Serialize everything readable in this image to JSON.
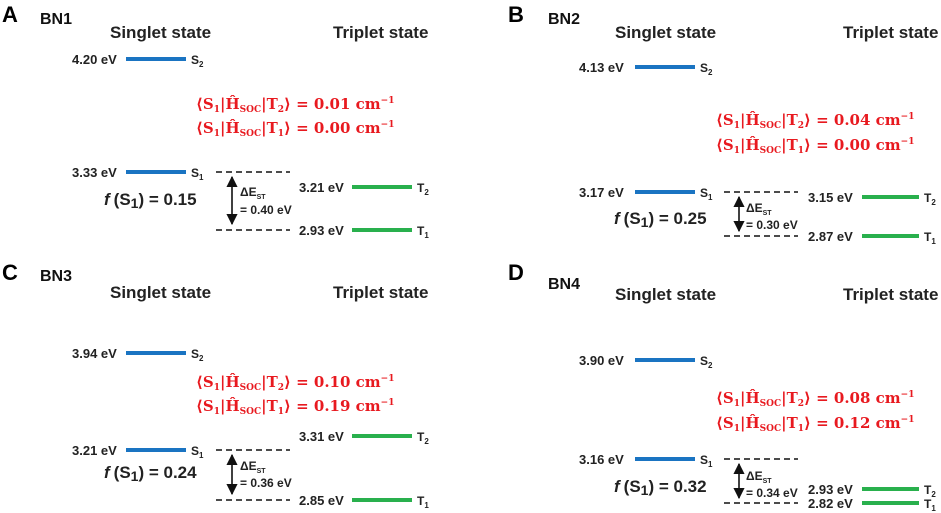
{
  "colors": {
    "singlet": "#1a74c2",
    "triplet": "#29b04d",
    "soc": "#e8191f",
    "text": "#222222"
  },
  "panels": [
    {
      "letter": "A",
      "name": "BN1",
      "singlet_header": "Singlet state",
      "triplet_header": "Triplet state",
      "S2": {
        "energy": "4.20 eV",
        "label": "S",
        "sub": "2"
      },
      "S1": {
        "energy": "3.33 eV",
        "label": "S",
        "sub": "1"
      },
      "T2": {
        "energy": "3.21 eV",
        "label": "T",
        "sub": "2"
      },
      "T1": {
        "energy": "2.93 eV",
        "label": "T",
        "sub": "1"
      },
      "soc_lines": [
        {
          "pre": "⟨S",
          "s": "1",
          "mid1": "|",
          "hat": "Ĥ",
          "hsub": "SOC",
          "mid2": "|T",
          "t": "2",
          "post": "⟩ = 0.01 cm",
          "exp": "−1"
        },
        {
          "pre": "⟨S",
          "s": "1",
          "mid1": "|",
          "hat": "Ĥ",
          "hsub": "SOC",
          "mid2": "|T",
          "t": "1",
          "post": "⟩ = 0.00 cm",
          "exp": "−1"
        }
      ],
      "osc": {
        "f": "f",
        "state": "(S",
        "sub": "1",
        "value": ") = 0.15"
      },
      "gap": {
        "symbol": "ΔE",
        "sub": "ST",
        "value": "= 0.40 eV"
      }
    },
    {
      "letter": "B",
      "name": "BN2",
      "singlet_header": "Singlet state",
      "triplet_header": "Triplet state",
      "S2": {
        "energy": "4.13 eV",
        "label": "S",
        "sub": "2"
      },
      "S1": {
        "energy": "3.17 eV",
        "label": "S",
        "sub": "1"
      },
      "T2": {
        "energy": "3.15 eV",
        "label": "T",
        "sub": "2"
      },
      "T1": {
        "energy": "2.87 eV",
        "label": "T",
        "sub": "1"
      },
      "soc_lines": [
        {
          "pre": "⟨S",
          "s": "1",
          "mid1": "|",
          "hat": "Ĥ",
          "hsub": "SOC",
          "mid2": "|T",
          "t": "2",
          "post": "⟩ = 0.04 cm",
          "exp": "−1"
        },
        {
          "pre": "⟨S",
          "s": "1",
          "mid1": "|",
          "hat": "Ĥ",
          "hsub": "SOC",
          "mid2": "|T",
          "t": "1",
          "post": "⟩ = 0.00 cm",
          "exp": "−1"
        }
      ],
      "osc": {
        "f": "f",
        "state": "(S",
        "sub": "1",
        "value": ") = 0.25"
      },
      "gap": {
        "symbol": "ΔE",
        "sub": "ST",
        "value": "= 0.30 eV"
      }
    },
    {
      "letter": "C",
      "name": "BN3",
      "singlet_header": "Singlet state",
      "triplet_header": "Triplet state",
      "S2": {
        "energy": "3.94 eV",
        "label": "S",
        "sub": "2"
      },
      "S1": {
        "energy": "3.21 eV",
        "label": "S",
        "sub": "1"
      },
      "T2": {
        "energy": "3.31 eV",
        "label": "T",
        "sub": "2"
      },
      "T1": {
        "energy": "2.85 eV",
        "label": "T",
        "sub": "1"
      },
      "soc_lines": [
        {
          "pre": "⟨S",
          "s": "1",
          "mid1": "|",
          "hat": "Ĥ",
          "hsub": "SOC",
          "mid2": "|T",
          "t": "2",
          "post": "⟩ = 0.10 cm",
          "exp": "−1"
        },
        {
          "pre": "⟨S",
          "s": "1",
          "mid1": "|",
          "hat": "Ĥ",
          "hsub": "SOC",
          "mid2": "|T",
          "t": "1",
          "post": "⟩ = 0.19 cm",
          "exp": "−1"
        }
      ],
      "osc": {
        "f": "f",
        "state": "(S",
        "sub": "1",
        "value": ") = 0.24"
      },
      "gap": {
        "symbol": "ΔE",
        "sub": "ST",
        "value": "= 0.36 eV"
      }
    },
    {
      "letter": "D",
      "name": "BN4",
      "singlet_header": "Singlet state",
      "triplet_header": "Triplet state",
      "S2": {
        "energy": "3.90 eV",
        "label": "S",
        "sub": "2"
      },
      "S1": {
        "energy": "3.16 eV",
        "label": "S",
        "sub": "1"
      },
      "T2": {
        "energy": "2.93 eV",
        "label": "T",
        "sub": "2"
      },
      "T1": {
        "energy": "2.82 eV",
        "label": "T",
        "sub": "1"
      },
      "soc_lines": [
        {
          "pre": "⟨S",
          "s": "1",
          "mid1": "|",
          "hat": "Ĥ",
          "hsub": "SOC",
          "mid2": "|T",
          "t": "2",
          "post": "⟩ = 0.08 cm",
          "exp": "−1"
        },
        {
          "pre": "⟨S",
          "s": "1",
          "mid1": "|",
          "hat": "Ĥ",
          "hsub": "SOC",
          "mid2": "|T",
          "t": "1",
          "post": "⟩ = 0.12 cm",
          "exp": "−1"
        }
      ],
      "osc": {
        "f": "f",
        "state": "(S",
        "sub": "1",
        "value": ") = 0.32"
      },
      "gap": {
        "symbol": "ΔE",
        "sub": "ST",
        "value": "= 0.34 eV"
      }
    }
  ]
}
